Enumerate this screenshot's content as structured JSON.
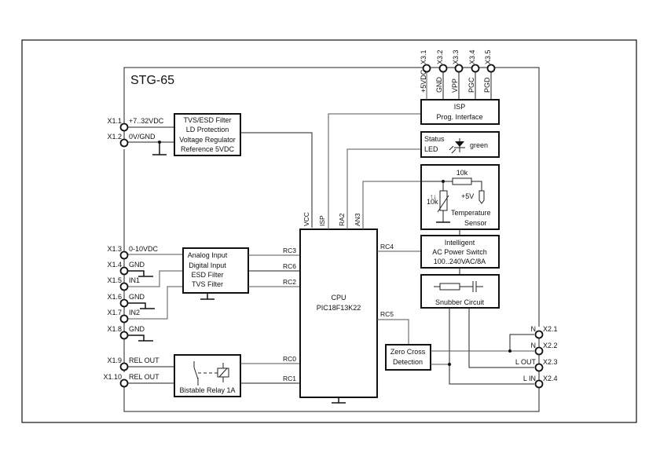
{
  "diagram": {
    "title": "STG-65",
    "blocks": {
      "power": [
        "TVS/ESD Filter",
        "LD Protection",
        "Voltage Regulator",
        "Reference 5VDC"
      ],
      "inputs": [
        "Analog Input",
        "Digital Input",
        "ESD Filter",
        "TVS Filter"
      ],
      "relay": "Bistable Relay 1A",
      "cpu": [
        "CPU",
        "PIC18F13K22"
      ],
      "isp": [
        "ISP",
        "Prog. Interface"
      ],
      "led": [
        "Status",
        "LED",
        "green"
      ],
      "temp": [
        "10k",
        "10k",
        "+5V",
        "Temperature",
        "Sensor"
      ],
      "switch": [
        "Intelligent",
        "AC Power Switch",
        "100..240VAC/8A"
      ],
      "snubber": "Snubber Circuit",
      "zero_cross": [
        "Zero Cross",
        "Detection"
      ]
    },
    "cpu_pins": {
      "top": [
        "VCC",
        "ISP",
        "RA2",
        "AN3"
      ],
      "left": [
        "RC3",
        "RC6",
        "RC2",
        "RC0",
        "RC1"
      ],
      "right": [
        "RC4",
        "RC5"
      ]
    },
    "terminals_x1": [
      {
        "id": "X1.1",
        "label": "+7..32VDC"
      },
      {
        "id": "X1.2",
        "label": "0V/GND"
      },
      {
        "id": "X1.3",
        "label": "0-10VDC"
      },
      {
        "id": "X1.4",
        "label": "GND"
      },
      {
        "id": "X1.5",
        "label": "IN1"
      },
      {
        "id": "X1.6",
        "label": "GND"
      },
      {
        "id": "X1.7",
        "label": "IN2"
      },
      {
        "id": "X1.8",
        "label": "GND"
      },
      {
        "id": "X1.9",
        "label": "REL OUT"
      },
      {
        "id": "X1.10",
        "label": "REL OUT"
      }
    ],
    "terminals_x2": [
      {
        "id": "X2.1",
        "label": "N"
      },
      {
        "id": "X2.2",
        "label": "N"
      },
      {
        "id": "X2.3",
        "label": "L OUT"
      },
      {
        "id": "X2.4",
        "label": "L IN"
      }
    ],
    "terminals_x3": [
      {
        "id": "X3.1",
        "label": "+5VDC"
      },
      {
        "id": "X3.2",
        "label": "GND"
      },
      {
        "id": "X3.3",
        "label": "VPP"
      },
      {
        "id": "X3.4",
        "label": "PGC"
      },
      {
        "id": "X3.5",
        "label": "PGD"
      }
    ]
  }
}
